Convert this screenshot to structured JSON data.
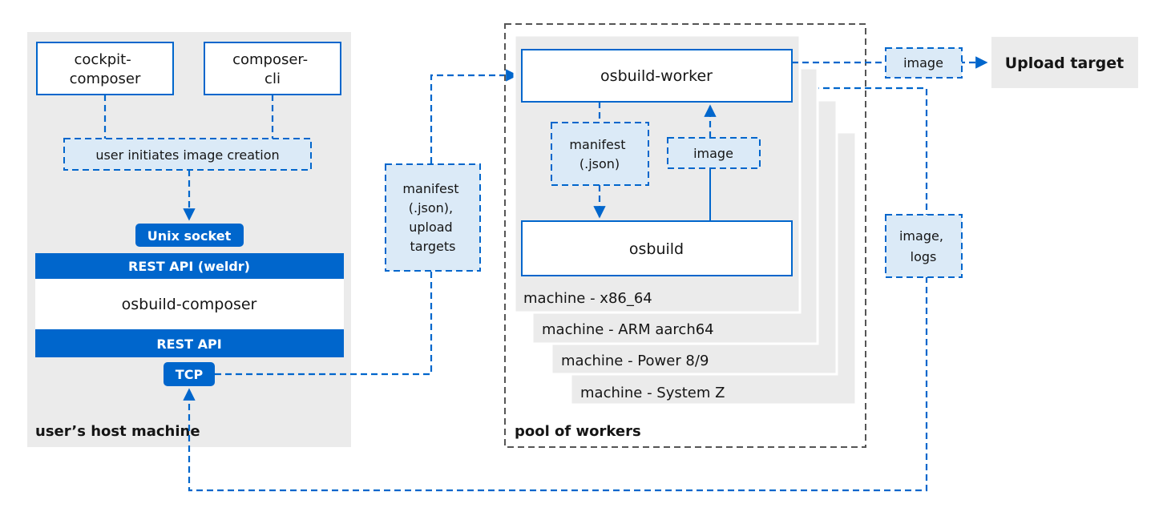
{
  "host": {
    "region_label": "user’s host machine",
    "cockpit_composer": [
      "cockpit-",
      "composer"
    ],
    "composer_cli": [
      "composer-",
      "cli"
    ],
    "user_initiates": "user initiates image creation",
    "unix_socket": "Unix socket",
    "rest_api_weldr": "REST API (weldr)",
    "osbuild_composer": "osbuild-composer",
    "rest_api": "REST API",
    "tcp": "TCP"
  },
  "transfer": {
    "manifest_upload": [
      "manifest",
      "(.json),",
      "upload",
      "targets"
    ],
    "image_logs": [
      "image,",
      "logs"
    ],
    "image_upload": "image"
  },
  "pool": {
    "region_label": "pool of workers",
    "osbuild_worker": "osbuild-worker",
    "manifest": [
      "manifest",
      "(.json)"
    ],
    "image": "image",
    "osbuild": "osbuild",
    "machines": [
      "machine - x86_64",
      "machine - ARM aarch64",
      "machine - Power 8/9",
      "machine - System Z"
    ]
  },
  "upload_target": "Upload target",
  "colors": {
    "accent_blue": "#0066cc",
    "light_blue_fill": "#dbeaf7",
    "region_gray": "#ebebeb",
    "text_dark": "#151515"
  }
}
